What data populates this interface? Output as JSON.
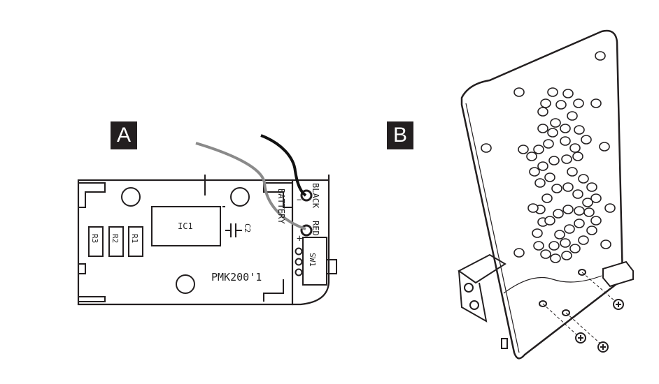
{
  "panels": {
    "a": {
      "tag": "A"
    },
    "b": {
      "tag": "B"
    }
  },
  "pcb": {
    "ic": "IC1",
    "capacitor": "C2",
    "resistors": [
      "R3",
      "R2",
      "R1"
    ],
    "model": "PMK200'1",
    "battery_label": "BATTERY",
    "wire_black": "BLACK",
    "wire_red": "RED",
    "minus": "−",
    "plus": "+",
    "switch": "SW1"
  },
  "colors": {
    "black_wire": "#111111",
    "red_wire": "#8a8a8a",
    "outline": "#231f20"
  }
}
